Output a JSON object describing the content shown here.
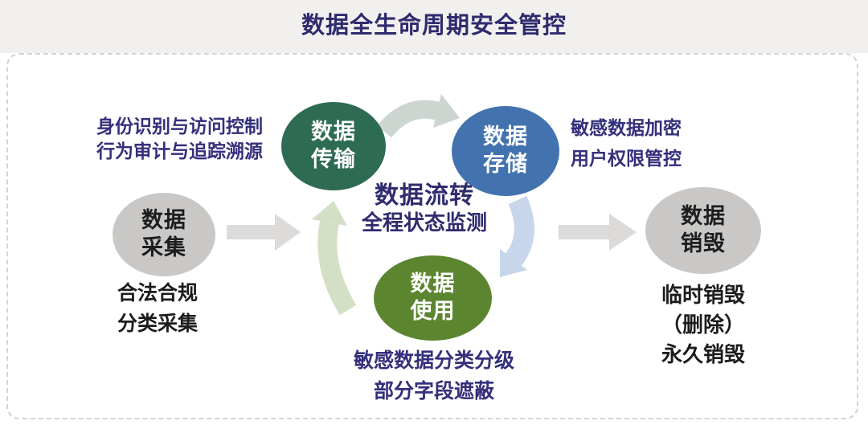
{
  "title": "数据全生命周期安全管控",
  "center_label": {
    "line1": "数据流转",
    "line2": "全程状态监测"
  },
  "nodes": {
    "collection": {
      "line1": "数据",
      "line2": "采集"
    },
    "transmission": {
      "line1": "数据",
      "line2": "传输"
    },
    "storage": {
      "line1": "数据",
      "line2": "存储"
    },
    "usage": {
      "line1": "数据",
      "line2": "使用"
    },
    "destruction": {
      "line1": "数据",
      "line2": "销毁"
    }
  },
  "notes": {
    "transmission": {
      "line1": "身份识别与访问控制",
      "line2": "行为审计与追踪溯源"
    },
    "storage": {
      "line1": "敏感数据加密",
      "line2": "用户权限管控"
    },
    "collection": {
      "line1": "合法合规",
      "line2": "分类采集"
    },
    "usage": {
      "line1": "敏感数据分类分级",
      "line2": "部分字段遮蔽"
    },
    "destruction": {
      "line1": "临时销毁",
      "line2": "（删除）",
      "line3": "永久销毁"
    }
  },
  "colors": {
    "title_navy": "#2e2b6e",
    "note_navy": "#34307c",
    "note_black": "#1c1c1c",
    "node_gray": "#c9c8c6",
    "node_teal_green": "#2e6b53",
    "node_blue": "#4273af",
    "node_olive_green": "#5c8530",
    "arrow_gray": "#dcdbd9",
    "arrow_gray_green": "#ccd5d0",
    "arrow_light_green": "#d3e0c5",
    "arrow_light_blue": "#c7d6ea"
  }
}
